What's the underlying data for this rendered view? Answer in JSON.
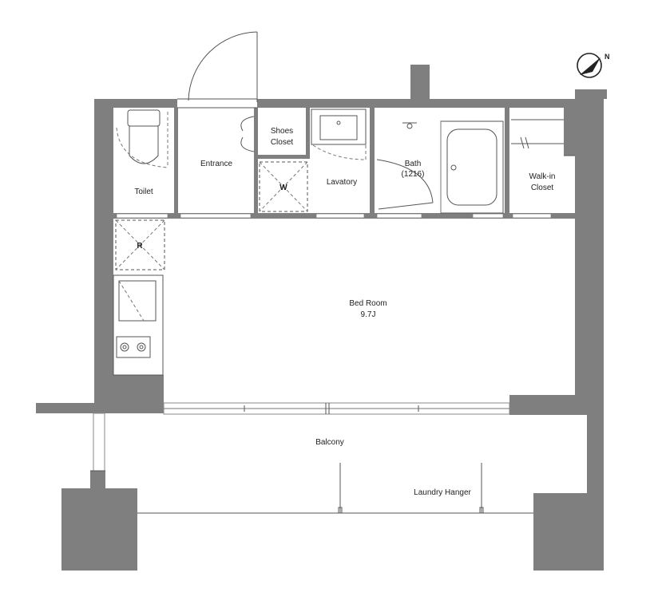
{
  "rooms": {
    "toilet": "Toilet",
    "entrance": "Entrance",
    "shoes_closet_line1": "Shoes",
    "shoes_closet_line2": "Closet",
    "washer": "W",
    "lavatory": "Lavatory",
    "bath_line1": "Bath",
    "bath_line2": "(1216)",
    "walkin_line1": "Walk-in",
    "walkin_line2": "Closet",
    "refrigerator": "R",
    "bedroom_line1": "Bed Room",
    "bedroom_line2": "9.7J",
    "balcony": "Balcony",
    "laundry_hanger": "Laundry Hanger"
  },
  "compass": {
    "letter": "N",
    "icon": "north-arrow-icon"
  },
  "colors": {
    "wall": "#7f7f7f",
    "line": "#555555",
    "background": "#ffffff"
  }
}
